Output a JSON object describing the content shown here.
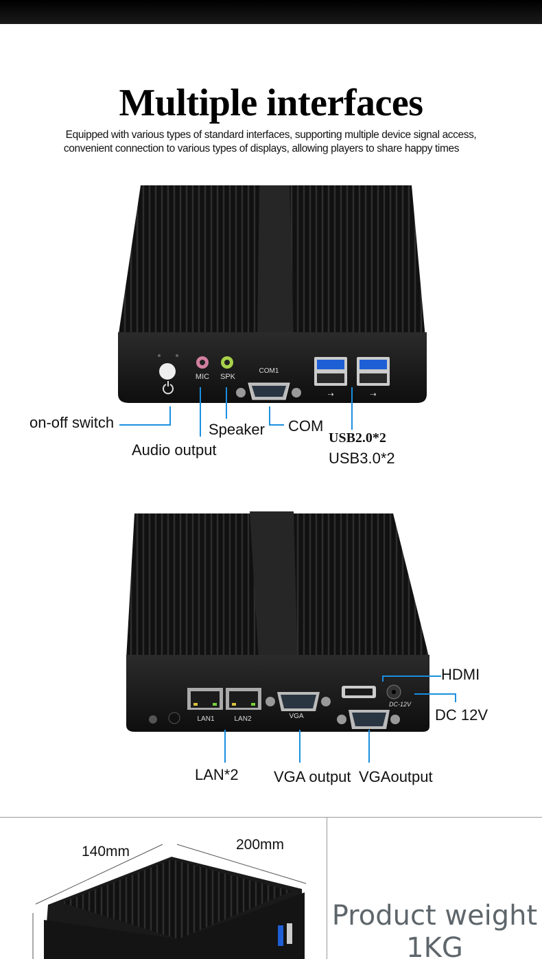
{
  "header": {
    "title": "Multiple interfaces",
    "subtitle_line1": "Equipped with various types of standard interfaces, supporting multiple device signal access,",
    "subtitle_line2": "convenient connection to various types of displays, allowing players to share happy times"
  },
  "front_panel": {
    "port_labels": {
      "mic": "MIC",
      "spk": "SPK",
      "com": "COM1"
    },
    "callouts": {
      "power": "on-off switch",
      "audio": "Audio output",
      "speaker": "Speaker",
      "com": "COM",
      "usb2": "USB2.0*2",
      "usb3": "USB3.0*2"
    }
  },
  "rear_panel": {
    "port_labels": {
      "lan1": "LAN1",
      "lan2": "LAN2",
      "vga": "VGA",
      "dc": "DC-12V"
    },
    "callouts": {
      "hdmi": "HDMI",
      "dc": "DC 12V",
      "lan": "LAN*2",
      "vga": "VGA output",
      "vga2": "VGAoutput"
    }
  },
  "dimensions": {
    "depth": "140mm",
    "width": "200mm"
  },
  "weight": {
    "line1": "Product weight",
    "line2": "1KG"
  },
  "colors": {
    "callout_line": "#1a8fe0",
    "chassis": "#1c1c1c",
    "usb_blue": "#1f5fd6"
  }
}
